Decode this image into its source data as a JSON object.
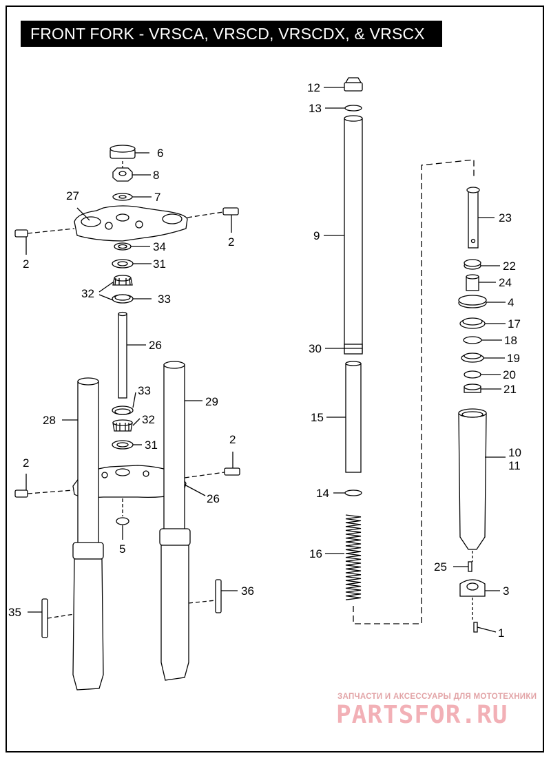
{
  "title": "FRONT FORK - VRSCA, VRSCD, VRSCDX, & VRSCX",
  "callouts": {
    "c1": "1",
    "c2a": "2",
    "c2b": "2",
    "c2c": "2",
    "c2d": "2",
    "c3": "3",
    "c4": "4",
    "c5": "5",
    "c6": "6",
    "c7": "7",
    "c8": "8",
    "c9": "9",
    "c10": "10",
    "c11": "11",
    "c12": "12",
    "c13": "13",
    "c14": "14",
    "c15": "15",
    "c16": "16",
    "c17": "17",
    "c18": "18",
    "c19": "19",
    "c20": "20",
    "c21": "21",
    "c22": "22",
    "c23": "23",
    "c24": "24",
    "c25": "25",
    "c26a": "26",
    "c26b": "26",
    "c27": "27",
    "c28": "28",
    "c29": "29",
    "c30": "30",
    "c31a": "31",
    "c31b": "31",
    "c32a": "32",
    "c32b": "32",
    "c33a": "33",
    "c33b": "33",
    "c34": "34",
    "c35": "35",
    "c36": "36"
  },
  "watermark": {
    "tagline": "ЗАПЧАСТИ И АКСЕССУАРЫ ДЛЯ МОТОТЕХНИКИ",
    "brand": "PARTSFOR.RU"
  }
}
